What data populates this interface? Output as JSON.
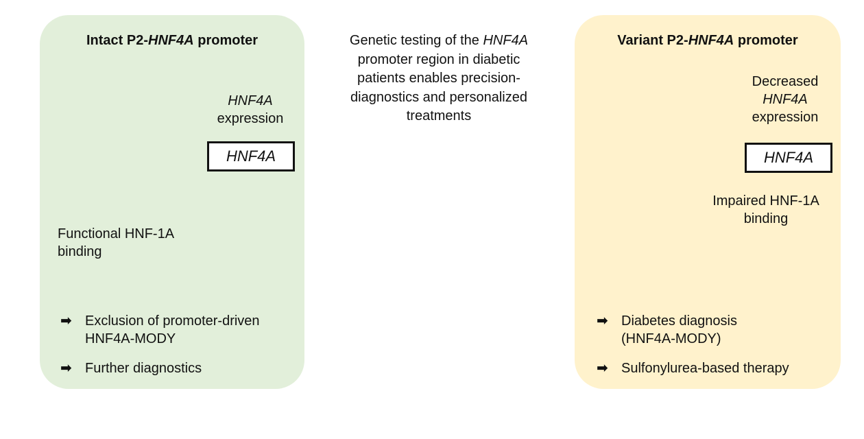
{
  "left": {
    "title_prefix": "Intact P2-",
    "title_gene": "HNF4A",
    "title_suffix": " promoter",
    "expression_gene": "HNF4A",
    "expression_label": "expression",
    "gene_box": "HNF4A",
    "binding_line1": "Functional HNF-1A",
    "binding_line2": "binding",
    "bullets": [
      {
        "arrow": "➡",
        "line1": "Exclusion of promoter-driven",
        "line2": "HNF4A-MODY"
      },
      {
        "arrow": "➡",
        "line1": "Further diagnostics",
        "line2": ""
      }
    ]
  },
  "center": {
    "line1_prefix": "Genetic testing of the ",
    "line1_gene": "HNF4A",
    "line2": "promoter region in diabetic",
    "line3": "patients enables precision-",
    "line4": "diagnostics and personalized",
    "line5": "treatments"
  },
  "right": {
    "title_prefix": "Variant P2-",
    "title_gene": "HNF4A",
    "title_suffix": " promoter",
    "expression_line1": "Decreased",
    "expression_gene": "HNF4A",
    "expression_label": "expression",
    "gene_box": "HNF4A",
    "binding_line1": "Impaired HNF-1A",
    "binding_line2": "binding",
    "bullets": [
      {
        "arrow": "➡",
        "line1": "Diabetes diagnosis",
        "line2": "(HNF4A-MODY)"
      },
      {
        "arrow": "➡",
        "line1": "Sulfonylurea-based therapy",
        "line2": ""
      }
    ]
  },
  "colors": {
    "left_bg": "#e2efda",
    "right_bg": "#fff2cc",
    "variant_red": "#e8202a",
    "dna_dark": "#2e7d32",
    "dna_light": "#b5c65a"
  }
}
